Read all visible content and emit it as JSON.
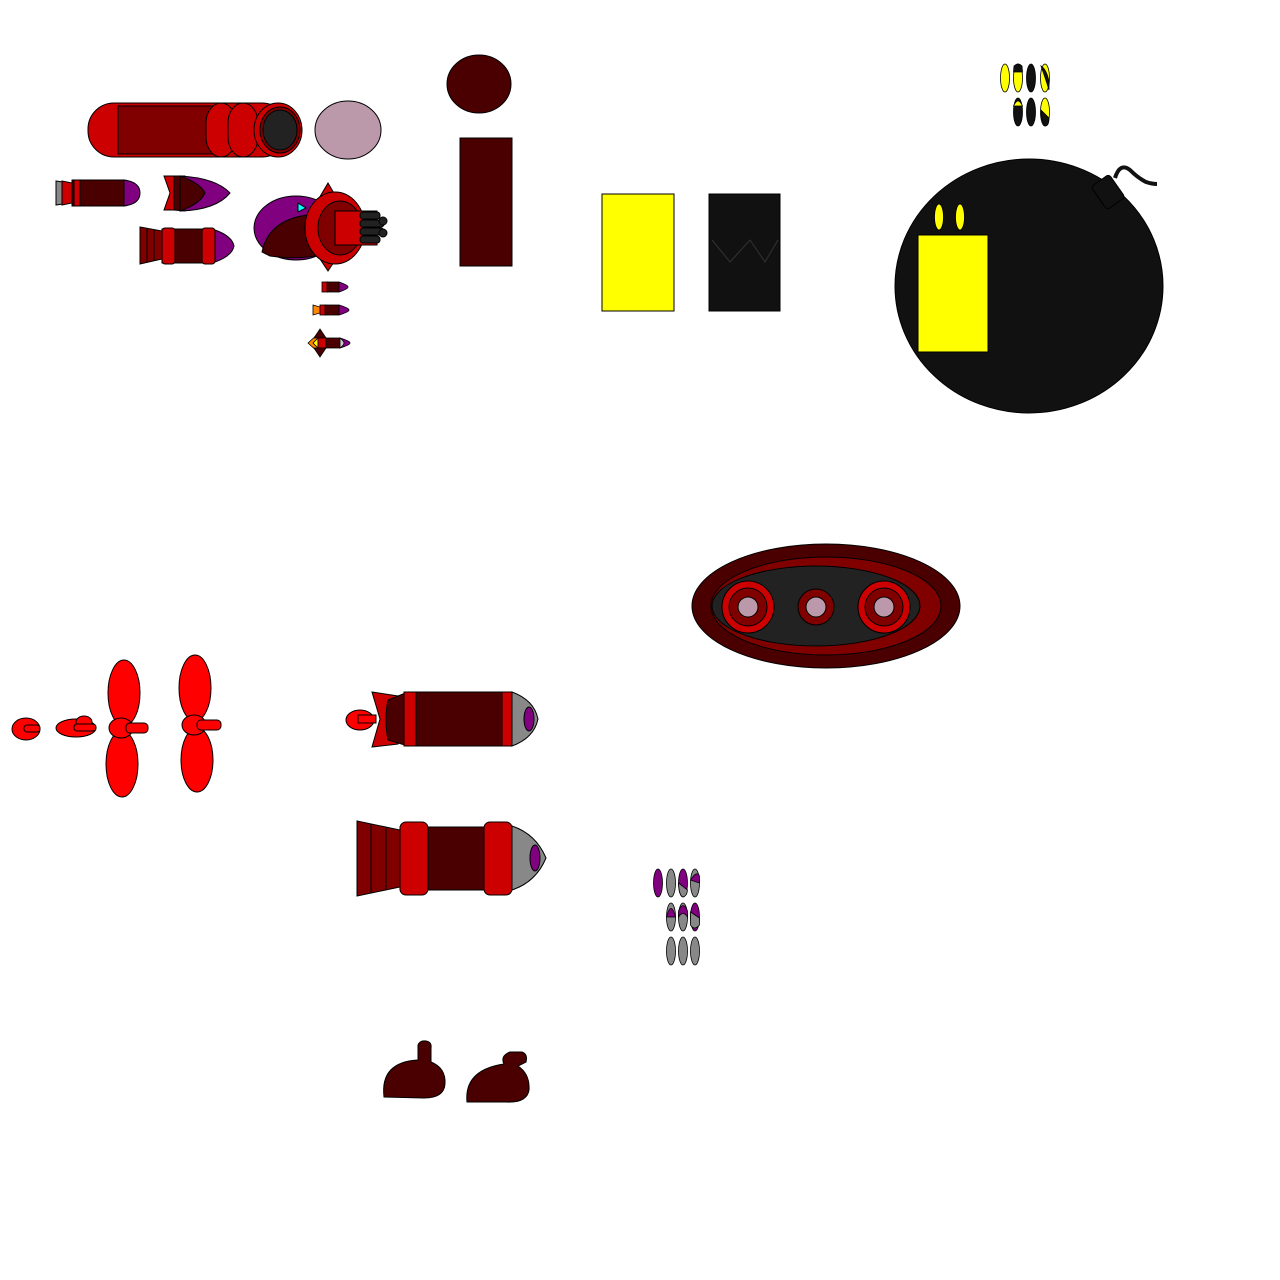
{
  "sprite_sheet": {
    "background": "#ffffff",
    "sprite_count": 24,
    "colors": {
      "dark_red": "#4a0000",
      "maroon": "#800000",
      "red": "#cc0000",
      "bright_red": "#ff0000",
      "black": "#111111",
      "grey": "#888888",
      "purple": "#800080",
      "lilac": "#bb99aa",
      "yellow": "#ffff00",
      "cyan": "#00ffff",
      "orange": "#ff8800",
      "outline": "#000000"
    },
    "sprites": [
      {
        "name": "cannon-barrel-sprite"
      },
      {
        "name": "lilac-orb-sprite"
      },
      {
        "name": "small-bullet-sprite"
      },
      {
        "name": "bullet-cap-sprite"
      },
      {
        "name": "rocket-sprite"
      },
      {
        "name": "gatling-turret-sprite"
      },
      {
        "name": "mini-missile-sprites"
      },
      {
        "name": "exclamation-head-sprite"
      },
      {
        "name": "exclamation-body-sprite"
      },
      {
        "name": "yellow-block-sprite"
      },
      {
        "name": "black-block-sprite"
      },
      {
        "name": "bomb-eyes-sprites"
      },
      {
        "name": "bomb-sprite"
      },
      {
        "name": "oval-pod-sprite"
      },
      {
        "name": "propeller-sprites"
      },
      {
        "name": "large-missile-sprite"
      },
      {
        "name": "large-rocket-sprite"
      },
      {
        "name": "purple-eyes-sprites"
      },
      {
        "name": "boot-sprites"
      }
    ]
  }
}
